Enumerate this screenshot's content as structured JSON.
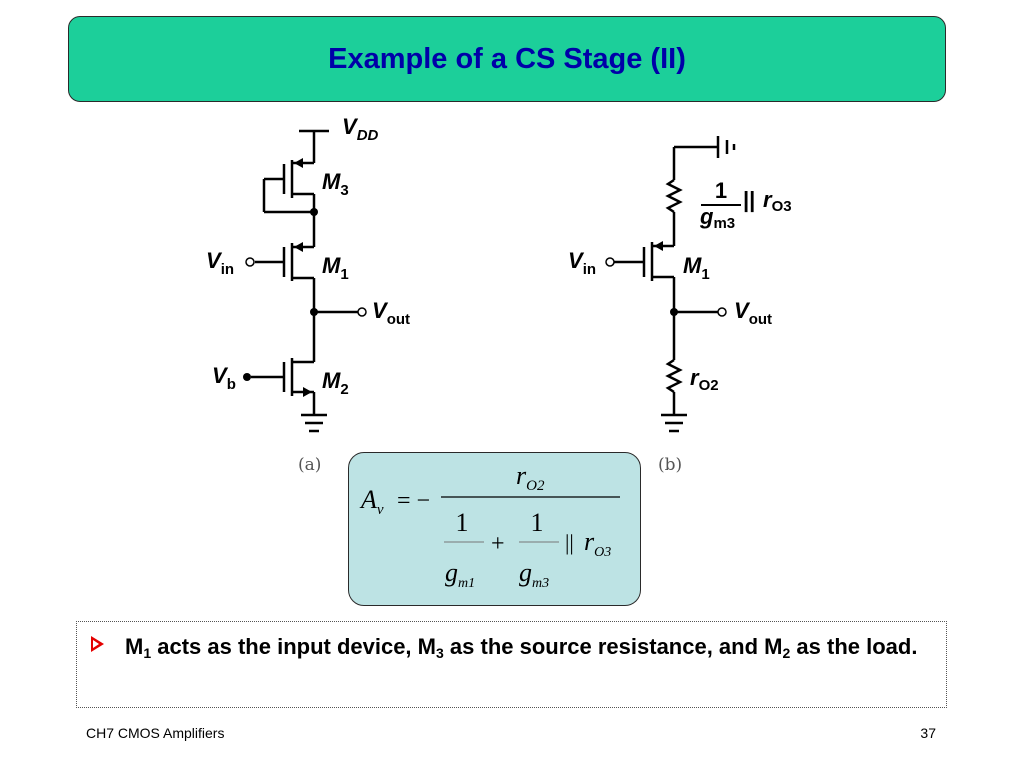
{
  "slide": {
    "title": "Example of a CS Stage (II)",
    "footer_left": "CH7 CMOS Amplifiers",
    "page_number": "37"
  },
  "circuit_a": {
    "vdd": {
      "main": "V",
      "sub": "DD"
    },
    "m3": {
      "main": "M",
      "sub": "3"
    },
    "m1": {
      "main": "M",
      "sub": "1"
    },
    "m2": {
      "main": "M",
      "sub": "2"
    },
    "vin": {
      "main": "V",
      "sub": "in"
    },
    "vout": {
      "main": "V",
      "sub": "out"
    },
    "vb": {
      "main": "V",
      "sub": "b"
    },
    "caption": "(a)"
  },
  "circuit_b": {
    "frac_num": "1",
    "frac_den_main": "g",
    "frac_den_sub": "m3",
    "parallel": "||",
    "ro3": {
      "main": "r",
      "sub": "O3"
    },
    "vin": {
      "main": "V",
      "sub": "in"
    },
    "m1": {
      "main": "M",
      "sub": "1"
    },
    "vout": {
      "main": "V",
      "sub": "out"
    },
    "ro2": {
      "main": "r",
      "sub": "O2"
    },
    "caption": "(b)"
  },
  "equation": {
    "lhs_main": "A",
    "lhs_sub": "v",
    "equals_minus": "= −",
    "num_main": "r",
    "num_sub": "O2",
    "one_a": "1",
    "one_b": "1",
    "plus": "+",
    "parallel": "||",
    "den_g1": "g",
    "den_g1_sub": "m1",
    "den_g3": "g",
    "den_g3_sub": "m3",
    "ro3_main": "r",
    "ro3_sub": "O3"
  },
  "bullet": {
    "p1": "M",
    "s1": "1",
    "p2": " acts as the input device, M",
    "s2": "3",
    "p3": " as the source resistance, and M",
    "s3": "2",
    "p4": " as the load."
  },
  "colors": {
    "title_bg": "#1ccf9a",
    "title_text": "#0000a8",
    "equation_bg": "#bde3e4",
    "bullet_arrow": "#e40000"
  }
}
